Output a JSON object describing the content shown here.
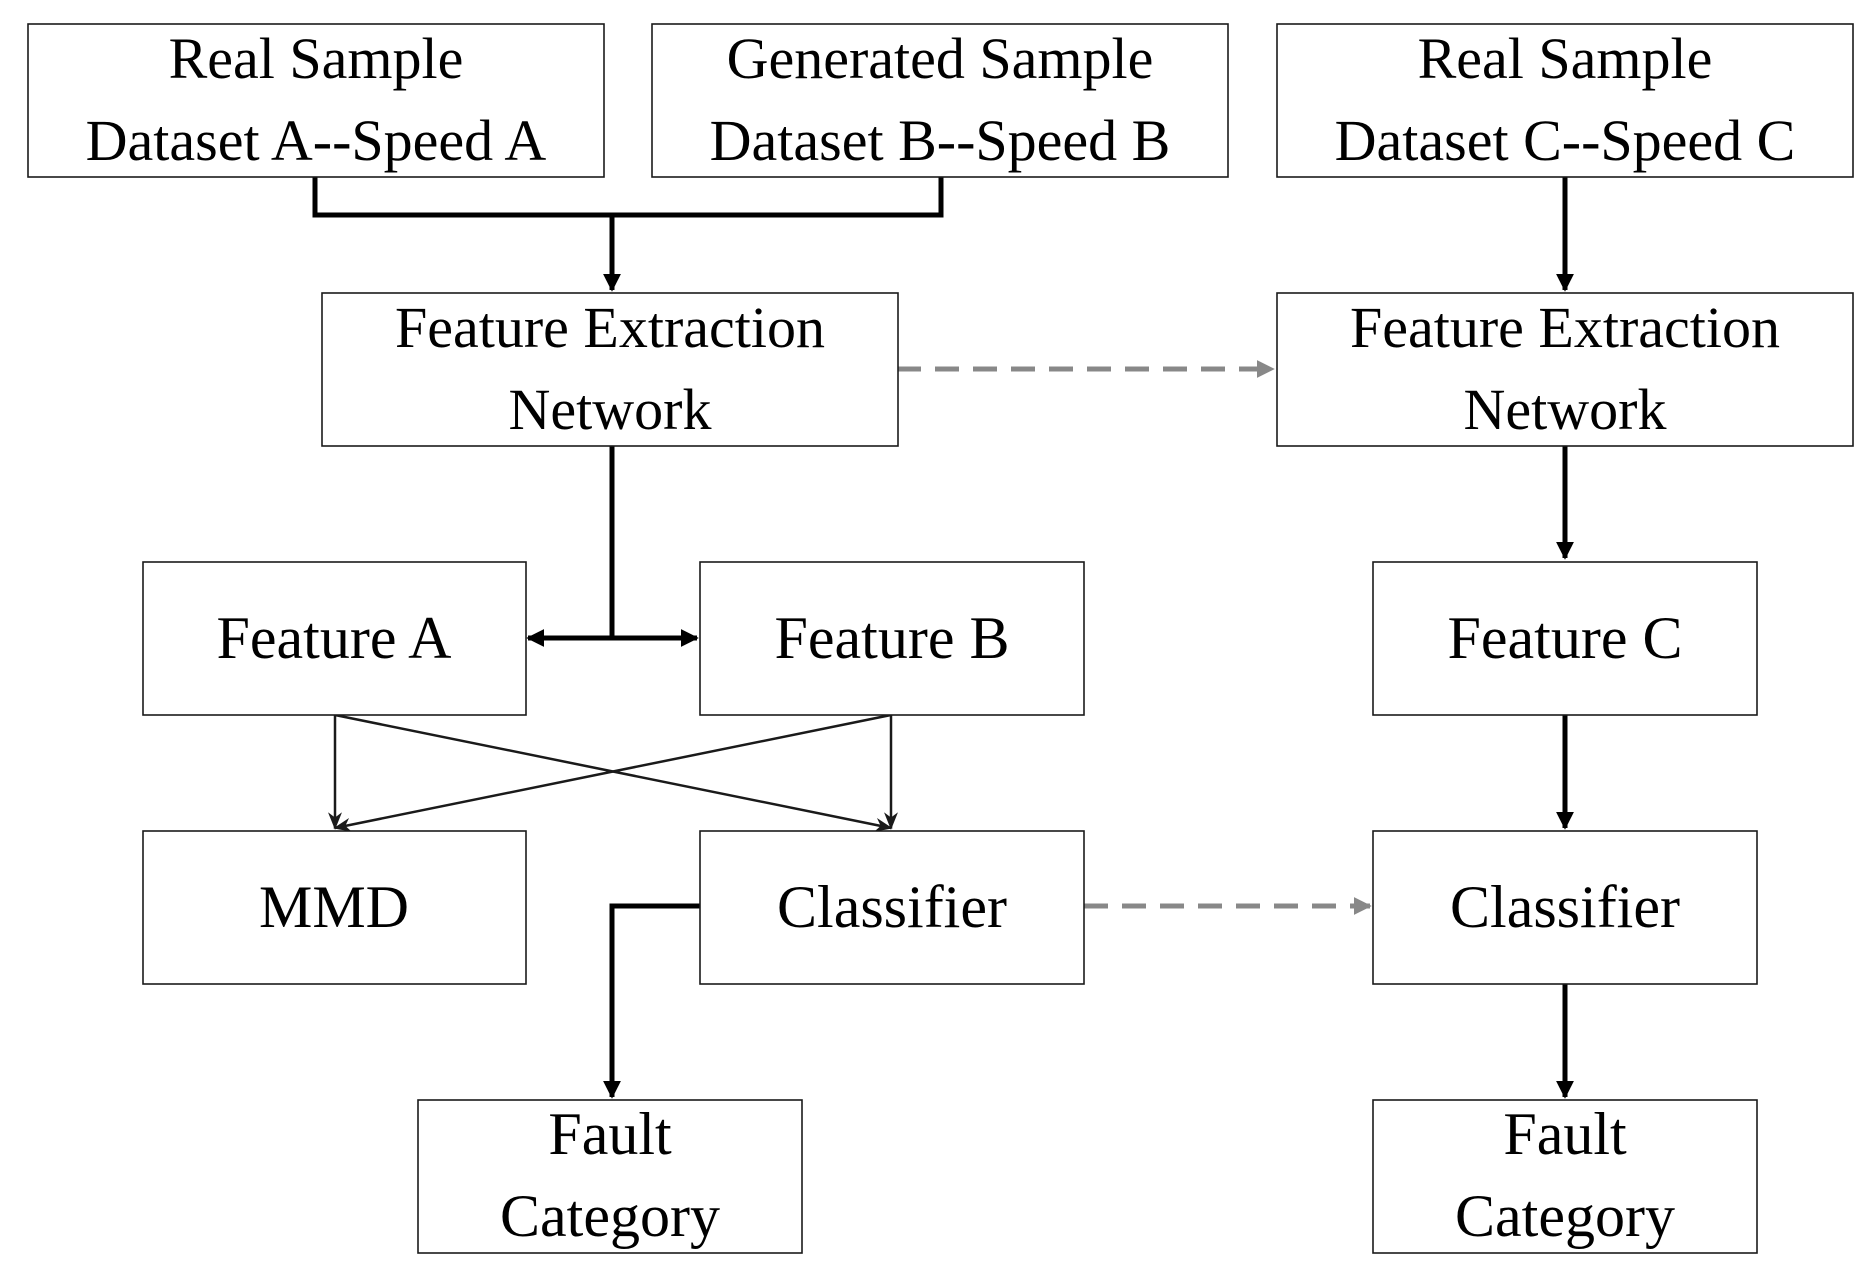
{
  "diagram": {
    "boxes": {
      "real_a": {
        "lines": [
          "Real Sample",
          "Dataset A--Speed A"
        ]
      },
      "generated_b": {
        "lines": [
          "Generated Sample",
          "Dataset B--Speed B"
        ]
      },
      "real_c": {
        "lines": [
          "Real Sample",
          "Dataset C--Speed C"
        ]
      },
      "fen_left": {
        "lines": [
          "Feature Extraction",
          "Network"
        ]
      },
      "fen_right": {
        "lines": [
          "Feature Extraction",
          "Network"
        ]
      },
      "feature_a": {
        "lines": [
          "Feature A"
        ]
      },
      "feature_b": {
        "lines": [
          "Feature B"
        ]
      },
      "feature_c": {
        "lines": [
          "Feature C"
        ]
      },
      "mmd": {
        "lines": [
          "MMD"
        ]
      },
      "classifier_left": {
        "lines": [
          "Classifier"
        ]
      },
      "classifier_right": {
        "lines": [
          "Classifier"
        ]
      },
      "fault_left": {
        "lines": [
          "Fault",
          "Category"
        ]
      },
      "fault_right": {
        "lines": [
          "Fault",
          "Category"
        ]
      }
    },
    "colors": {
      "solid_arrow": "#000000",
      "dashed_arrow": "#888888",
      "box_border": "#1a1a1a"
    }
  }
}
